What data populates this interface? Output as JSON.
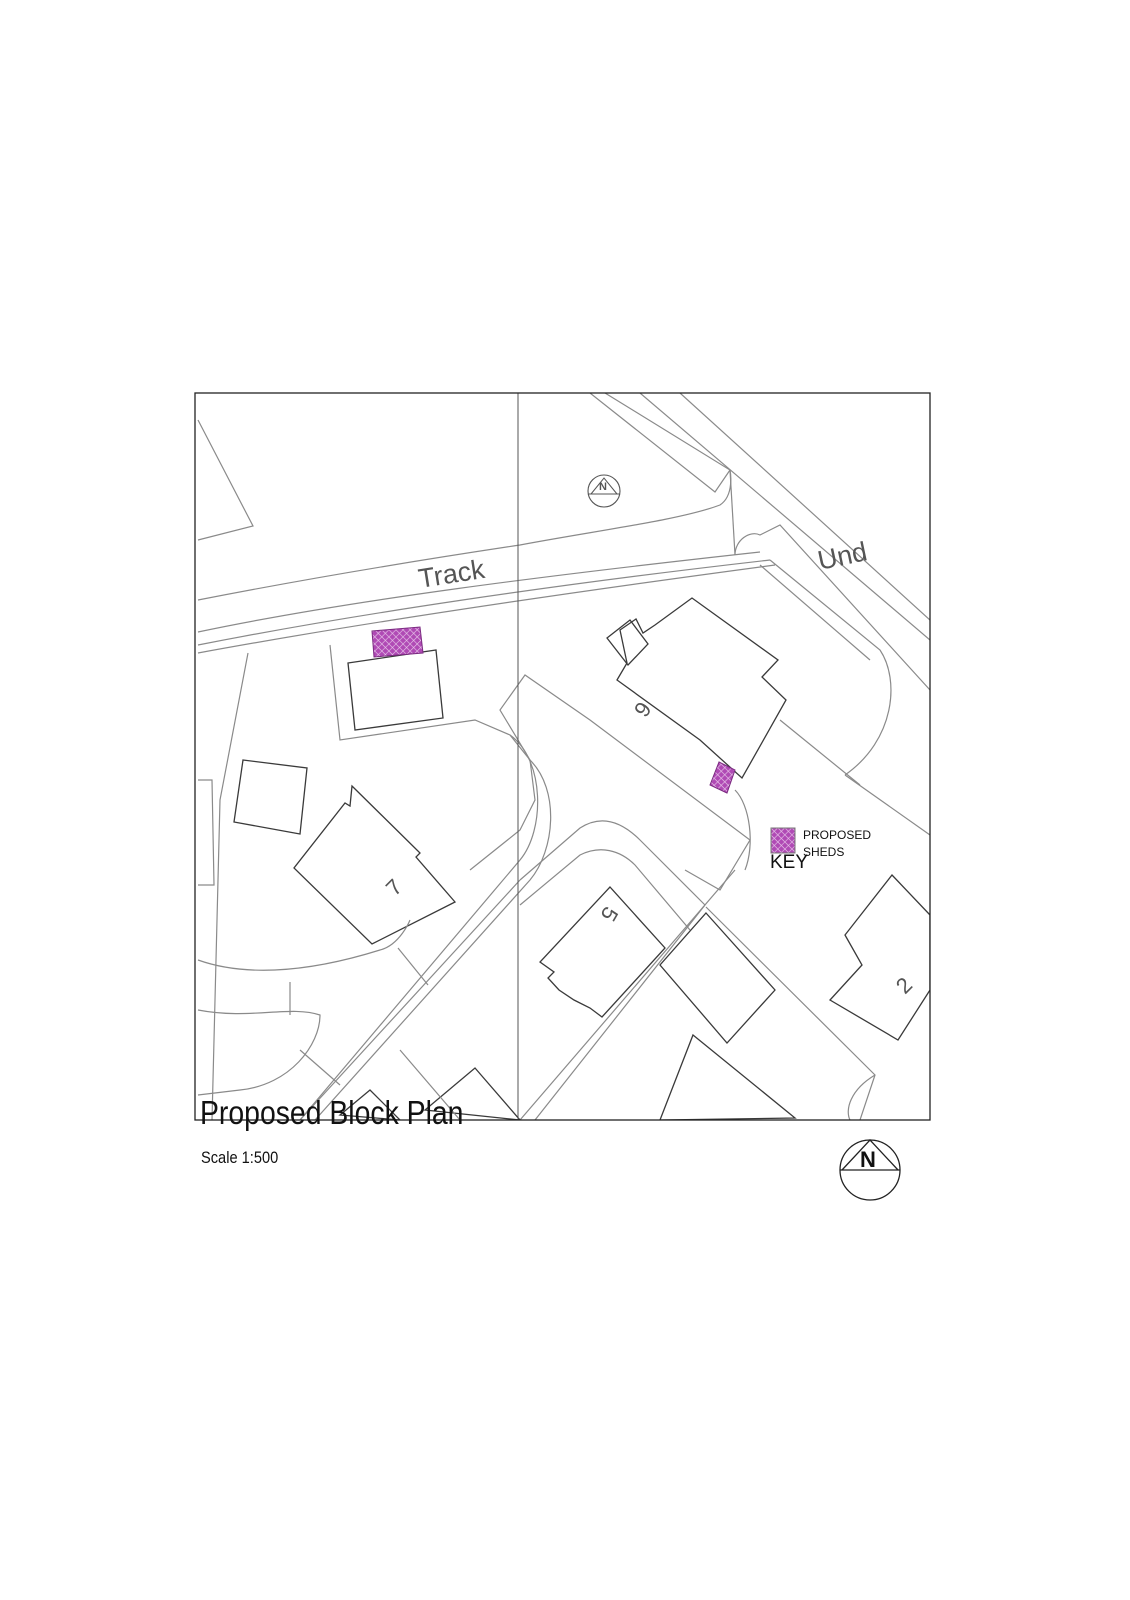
{
  "plan": {
    "title": "Proposed Block Plan",
    "scale": "Scale 1:500",
    "north_label": "N"
  },
  "map": {
    "road_labels": [
      "Track",
      "Und"
    ],
    "house_numbers": [
      "6",
      "7",
      "5",
      "2"
    ]
  },
  "key": {
    "heading": "KEY",
    "items": [
      {
        "label_line1": "PROPOSED",
        "label_line2": "SHEDS",
        "color": "#9b2fa0"
      }
    ]
  },
  "colors": {
    "shed_fill": "#9b2fa0",
    "line": "#8a8a8a",
    "building": "#3a3a3a"
  }
}
